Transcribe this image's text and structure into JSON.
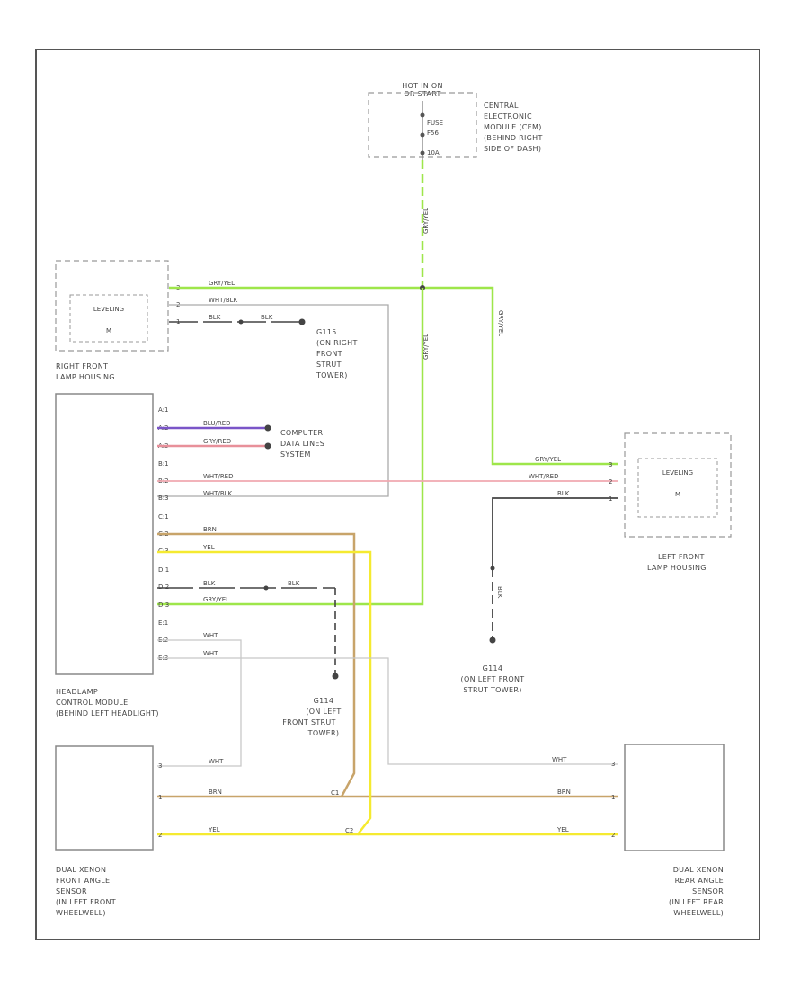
{
  "power": {
    "label_line1": "HOT IN ON",
    "label_line2": "OR START"
  },
  "fuse": {
    "label_line1": "FUSE",
    "label_line2": "F56",
    "label_line3": "10A"
  },
  "central_module": {
    "lines": [
      "CENTRAL",
      "ELECTRONIC",
      "MODULE (CEM)",
      "(BEHIND RIGHT",
      "SIDE OF DASH)"
    ]
  },
  "right_lamp": {
    "inner": "LEVELING",
    "inner2": "M",
    "caption1": "RIGHT FRONT",
    "caption2": "LAMP HOUSING"
  },
  "left_lamp": {
    "inner": "LEVELING",
    "inner2": "M",
    "caption1": "LEFT FRONT",
    "caption2": "LAMP HOUSING"
  },
  "ground_right": {
    "lines": [
      "G115",
      "(ON RIGHT",
      "FRONT",
      "STRUT",
      "TOWER)"
    ]
  },
  "ground_left_mid": {
    "lines": [
      "G114",
      "(ON LEFT",
      "FRONT STRUT",
      "TOWER)"
    ]
  },
  "ground_left_front": {
    "lines": [
      "G114",
      "(ON LEFT FRONT",
      "STRUT TOWER)"
    ]
  },
  "computer_data": {
    "lines": [
      "COMPUTER",
      "DATA LINES",
      "SYSTEM"
    ]
  },
  "headlamp_module": {
    "lines": [
      "HEADLAMP",
      "CONTROL MODULE",
      "(BEHIND LEFT HEADLIGHT)"
    ]
  },
  "front_sensor": {
    "lines": [
      "DUAL XENON",
      "FRONT ANGLE",
      "SENSOR",
      "(IN LEFT FRONT",
      "WHEELWELL)"
    ]
  },
  "rear_sensor": {
    "lines": [
      "DUAL XENON",
      "REAR ANGLE",
      "SENSOR",
      "(IN LEFT REAR",
      "WHEELWELL)"
    ]
  },
  "wires": {
    "gry_yel": "GRY/YEL",
    "wht_blk": "WHT/BLK",
    "blk": "BLK",
    "blu_red": "BLU/RED",
    "gry_red": "GRY/RED",
    "wht_red": "WHT/RED",
    "brn": "BRN",
    "yel": "YEL",
    "wht": "WHT"
  },
  "module_pins": [
    "A:1",
    "A:2",
    "A:3",
    "B:1",
    "B:2",
    "B:3",
    "C:1",
    "C:2",
    "C:3",
    "D:1",
    "D:2",
    "D:3",
    "E:1",
    "E:2",
    "E:3"
  ],
  "lamp_pins": [
    "3",
    "2",
    "1"
  ],
  "sensor_pins": [
    "3",
    "1",
    "2"
  ],
  "splice_labels": {
    "brn": "C1",
    "yel": "C2"
  },
  "colors": {
    "gry_yel": "#9ee64a",
    "blu_red": "#7a55c8",
    "gry_red": "#e8909a",
    "wht_red": "#f0a8b0",
    "brn": "#c8a46a",
    "yel": "#f5ea30",
    "black": "#444444",
    "wht": "#c8c8c8"
  }
}
